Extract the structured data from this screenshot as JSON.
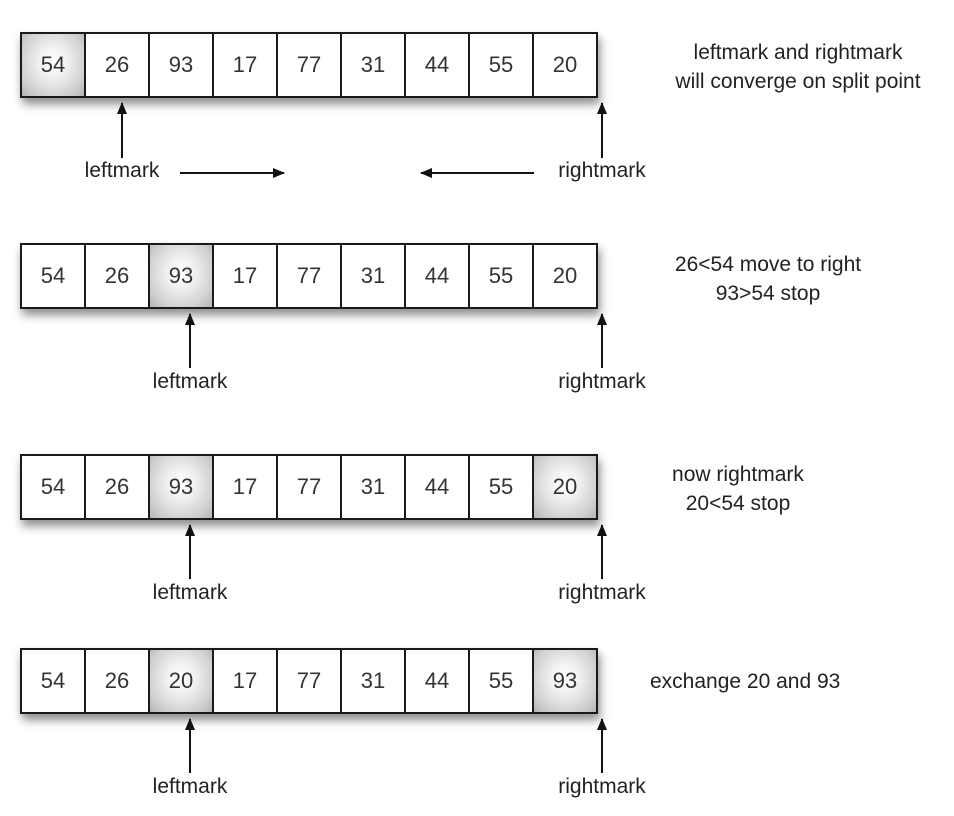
{
  "steps": [
    {
      "values": [
        "54",
        "26",
        "93",
        "17",
        "77",
        "31",
        "44",
        "55",
        "20"
      ],
      "highlighted": [
        0
      ],
      "note": "leftmark and rightmark\nwill converge on split point",
      "left_label": "leftmark",
      "right_label": "rightmark"
    },
    {
      "values": [
        "54",
        "26",
        "93",
        "17",
        "77",
        "31",
        "44",
        "55",
        "20"
      ],
      "highlighted": [
        2
      ],
      "note": "26<54 move to right\n93>54 stop",
      "left_label": "leftmark",
      "right_label": "rightmark"
    },
    {
      "values": [
        "54",
        "26",
        "93",
        "17",
        "77",
        "31",
        "44",
        "55",
        "20"
      ],
      "highlighted": [
        2,
        8
      ],
      "note": "now rightmark\n20<54 stop",
      "left_label": "leftmark",
      "right_label": "rightmark"
    },
    {
      "values": [
        "54",
        "26",
        "20",
        "17",
        "77",
        "31",
        "44",
        "55",
        "93"
      ],
      "highlighted": [
        2,
        8
      ],
      "note": "exchange 20 and 93",
      "left_label": "leftmark",
      "right_label": "rightmark"
    }
  ]
}
